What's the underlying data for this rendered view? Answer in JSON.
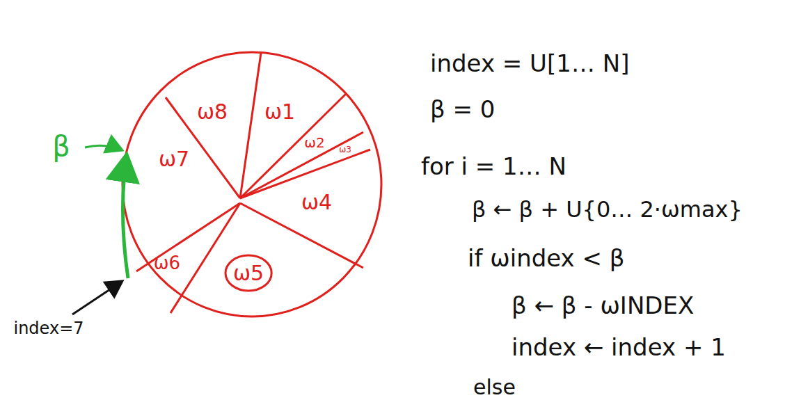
{
  "diagram": {
    "nodes": [
      {
        "text": [
          "ω5"
        ]
      }
    ],
    "labels": [
      "ω1",
      "ω2",
      "ω3",
      "ω4",
      "ω6",
      "ω7",
      "ω8",
      "β",
      "index=7",
      "index = U[1… N]",
      "β = 0",
      "for i = 1… N",
      "β ← β + U{0… 2·ωmax}",
      "if ωindex < β",
      "β ← β - ωINDEX",
      "index ← index + 1",
      "else"
    ]
  }
}
